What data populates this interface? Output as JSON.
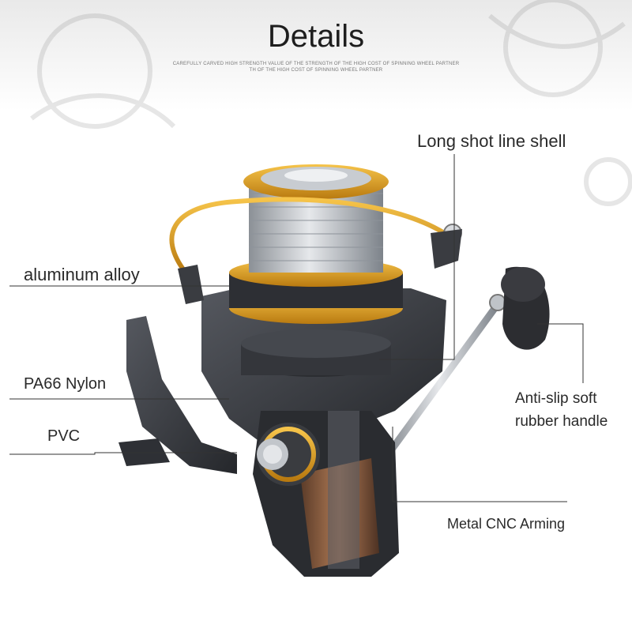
{
  "header": {
    "title": "Details",
    "subtitle_line1": "CAREFULLY CARVED HIGH STRENGTH VALUE OF THE STRENGTH OF THE HIGH COST OF SPINNING WHEEL PARTNER",
    "subtitle_line2": "TH OF THE HIGH COST OF SPINNING WHEEL PARTNER"
  },
  "callouts": [
    {
      "id": "long-shot-line-shell",
      "text": "Long shot line shell"
    },
    {
      "id": "aluminum-alloy",
      "text": "aluminum alloy"
    },
    {
      "id": "pa66-nylon",
      "text": "PA66 Nylon"
    },
    {
      "id": "pvc",
      "text": "PVC"
    },
    {
      "id": "anti-slip-line1",
      "text": "Anti-slip soft"
    },
    {
      "id": "anti-slip-line2",
      "text": "rubber handle"
    },
    {
      "id": "metal-cnc-arming",
      "text": "Metal CNC Arming"
    }
  ],
  "colors": {
    "gold": "#e2a21d",
    "silver": "#c9cdd2",
    "dark_body": "#3c3e44",
    "gunmetal": "#5d6067",
    "bronze": "#8a5a3b",
    "leader_line": "#333333"
  }
}
